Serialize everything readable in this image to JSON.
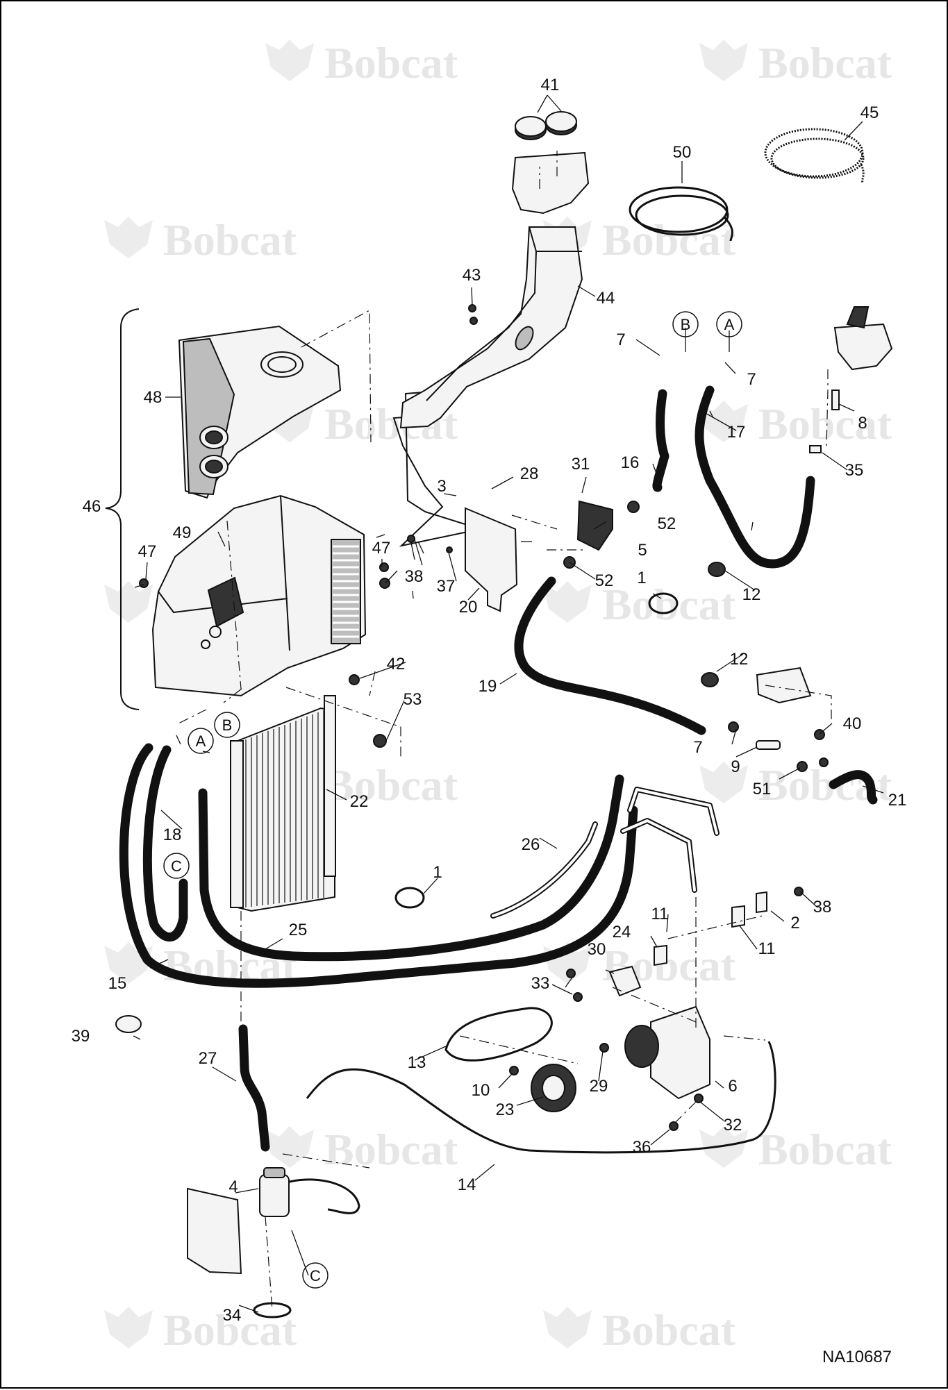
{
  "watermark": {
    "text": "Bobcat"
  },
  "doc_id": "NA10687",
  "connector_letters": [
    "A",
    "B",
    "C"
  ],
  "callouts": [
    "1",
    "2",
    "3",
    "4",
    "5",
    "6",
    "7",
    "8",
    "9",
    "10",
    "11",
    "12",
    "13",
    "14",
    "15",
    "16",
    "17",
    "18",
    "19",
    "20",
    "21",
    "22",
    "23",
    "24",
    "25",
    "26",
    "27",
    "28",
    "29",
    "30",
    "31",
    "32",
    "33",
    "34",
    "35",
    "36",
    "37",
    "38",
    "39",
    "40",
    "41",
    "42",
    "43",
    "44",
    "45",
    "46",
    "47",
    "48",
    "49",
    "50",
    "51",
    "52",
    "53"
  ],
  "colors": {
    "ink": "#111111",
    "watermark": "#e6e6e6",
    "background": "#ffffff"
  }
}
